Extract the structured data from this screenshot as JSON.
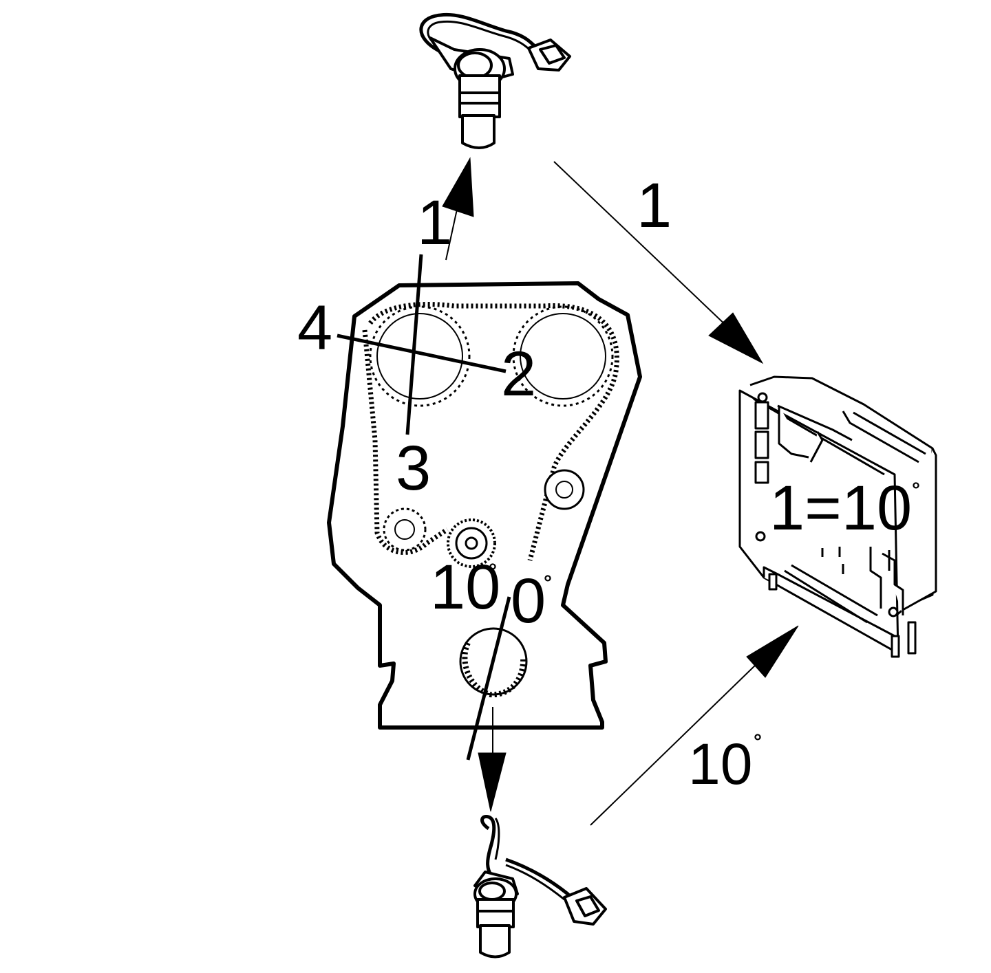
{
  "labels": {
    "top_arrow_number": "1",
    "right_arrow_number": "1",
    "left_callout_4": "4",
    "callout_2": "2",
    "callout_3": "3",
    "bottom_left_angle_value": "10",
    "bottom_right_angle_value": "0",
    "bottom_right_arrow_angle_value": "10",
    "module_equation": "1=10",
    "degree_symbol": "°"
  },
  "colors": {
    "ink": "#000000",
    "paper": "#ffffff"
  },
  "icons": {
    "camshaft_sensor": "cam-sensor-icon",
    "crankshaft_sensor": "crank-sensor-icon",
    "control_module": "ecm-icon",
    "timing_cover": "timing-belt-cover"
  }
}
